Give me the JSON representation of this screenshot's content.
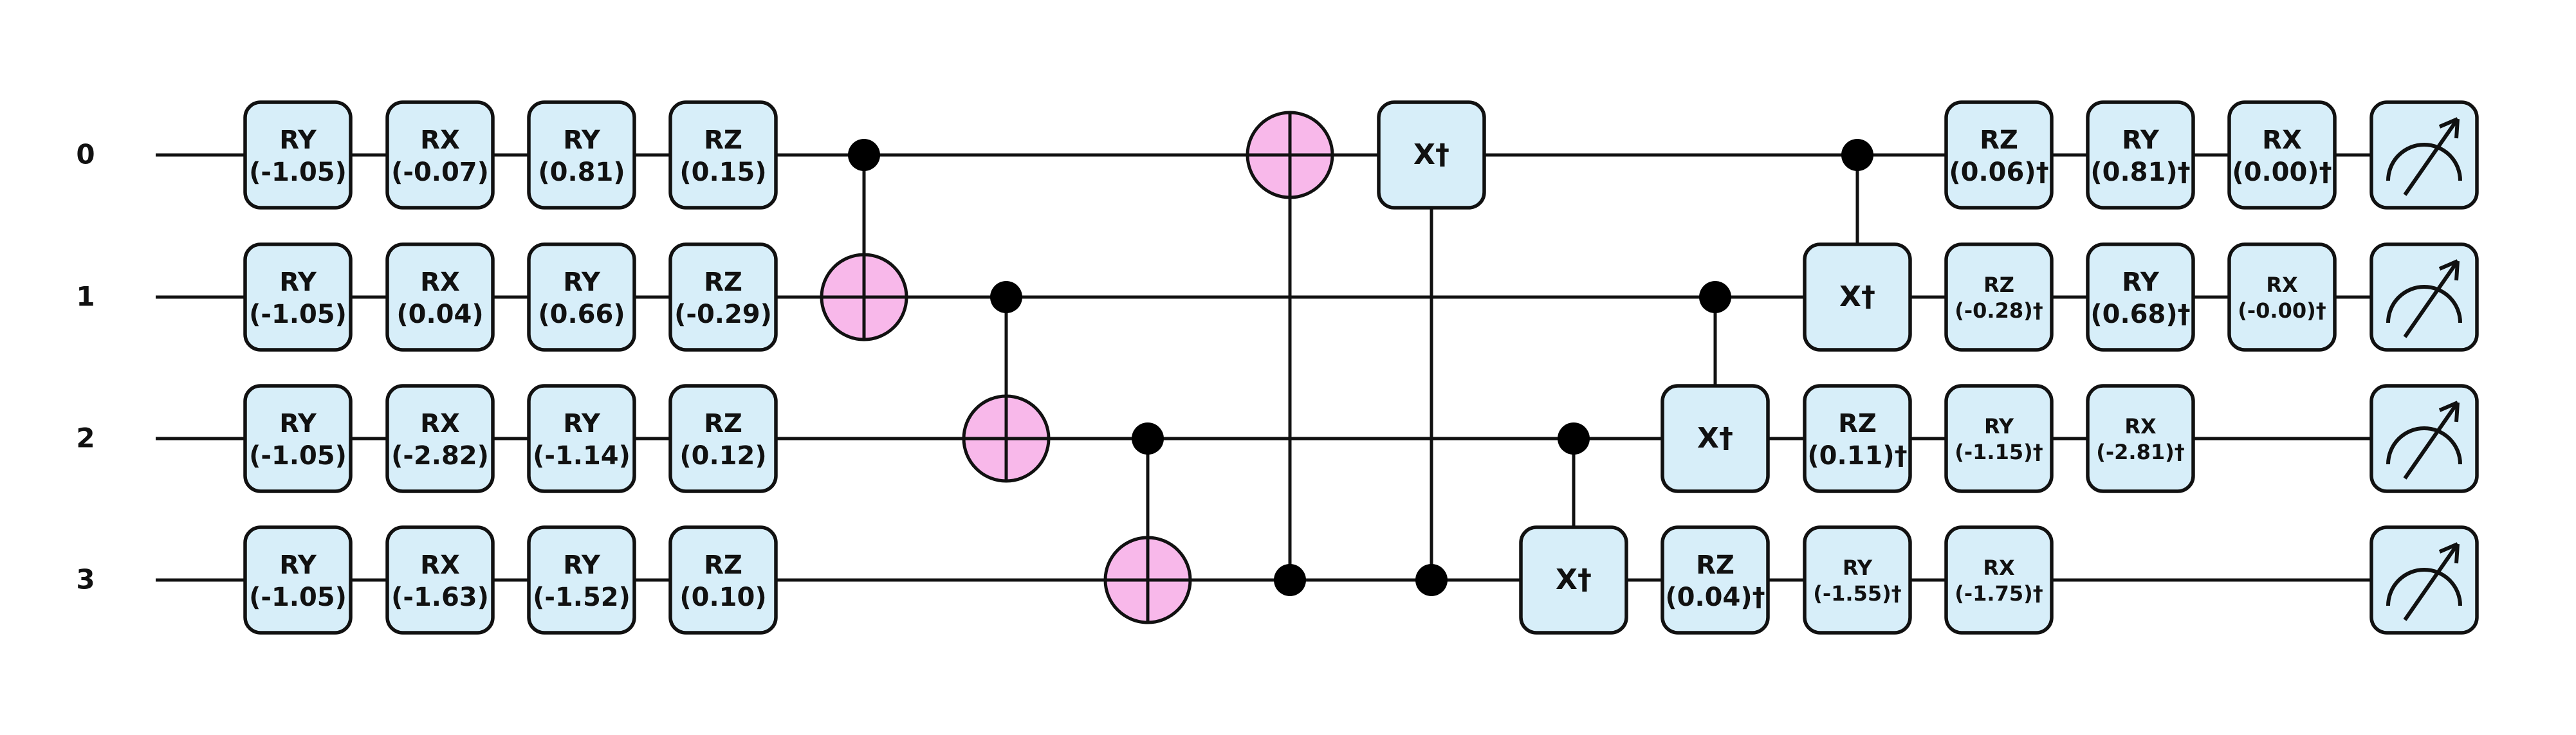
{
  "colors": {
    "gate_fill": "#d7eef9",
    "target_fill": "#f8b8ea",
    "ink": "#111111"
  },
  "wires": [
    {
      "label": "0"
    },
    {
      "label": "1"
    },
    {
      "label": "2"
    },
    {
      "label": "3"
    }
  ],
  "gates": [
    {
      "qubit": 0,
      "col": 0,
      "name": "RY",
      "param": "(-1.05)"
    },
    {
      "qubit": 0,
      "col": 1,
      "name": "RX",
      "param": "(-0.07)"
    },
    {
      "qubit": 0,
      "col": 2,
      "name": "RY",
      "param": "(0.81)"
    },
    {
      "qubit": 0,
      "col": 3,
      "name": "RZ",
      "param": "(0.15)"
    },
    {
      "qubit": 1,
      "col": 0,
      "name": "RY",
      "param": "(-1.05)"
    },
    {
      "qubit": 1,
      "col": 1,
      "name": "RX",
      "param": "(0.04)"
    },
    {
      "qubit": 1,
      "col": 2,
      "name": "RY",
      "param": "(0.66)"
    },
    {
      "qubit": 1,
      "col": 3,
      "name": "RZ",
      "param": "(-0.29)"
    },
    {
      "qubit": 2,
      "col": 0,
      "name": "RY",
      "param": "(-1.05)"
    },
    {
      "qubit": 2,
      "col": 1,
      "name": "RX",
      "param": "(-2.82)"
    },
    {
      "qubit": 2,
      "col": 2,
      "name": "RY",
      "param": "(-1.14)"
    },
    {
      "qubit": 2,
      "col": 3,
      "name": "RZ",
      "param": "(0.12)"
    },
    {
      "qubit": 3,
      "col": 0,
      "name": "RY",
      "param": "(-1.05)"
    },
    {
      "qubit": 3,
      "col": 1,
      "name": "RX",
      "param": "(-1.63)"
    },
    {
      "qubit": 3,
      "col": 2,
      "name": "RY",
      "param": "(-1.52)"
    },
    {
      "qubit": 3,
      "col": 3,
      "name": "RZ",
      "param": "(0.10)"
    },
    {
      "qubit": 0,
      "col": 8,
      "name": "X†",
      "param": ""
    },
    {
      "qubit": 3,
      "col": 9,
      "name": "X†",
      "param": ""
    },
    {
      "qubit": 2,
      "col": 10,
      "name": "X†",
      "param": ""
    },
    {
      "qubit": 3,
      "col": 10,
      "name": "RZ",
      "param": "(0.04)†"
    },
    {
      "qubit": 1,
      "col": 11,
      "name": "X†",
      "param": ""
    },
    {
      "qubit": 2,
      "col": 11,
      "name": "RZ",
      "param": "(0.11)†"
    },
    {
      "qubit": 3,
      "col": 11,
      "name": "RY",
      "param": "(-1.55)†",
      "small": true
    },
    {
      "qubit": 0,
      "col": 12,
      "name": "RZ",
      "param": "(0.06)†"
    },
    {
      "qubit": 0,
      "col": 13,
      "name": "RY",
      "param": "(0.81)†"
    },
    {
      "qubit": 0,
      "col": 14,
      "name": "RX",
      "param": "(0.00)†"
    },
    {
      "qubit": 1,
      "col": 12,
      "name": "RZ",
      "param": "(-0.28)†",
      "small": true
    },
    {
      "qubit": 1,
      "col": 13,
      "name": "RY",
      "param": "(0.68)†"
    },
    {
      "qubit": 1,
      "col": 14,
      "name": "RX",
      "param": "(-0.00)†",
      "small": true
    },
    {
      "qubit": 2,
      "col": 12,
      "name": "RY",
      "param": "(-1.15)†",
      "small": true
    },
    {
      "qubit": 2,
      "col": 13,
      "name": "RX",
      "param": "(-2.81)†",
      "small": true
    },
    {
      "qubit": 3,
      "col": 12,
      "name": "RX",
      "param": "(-1.75)†",
      "small": true
    }
  ],
  "cnots": [
    {
      "col": 4,
      "control": 0,
      "target": 1
    },
    {
      "col": 5,
      "control": 1,
      "target": 2
    },
    {
      "col": 6,
      "control": 2,
      "target": 3
    },
    {
      "col": 7,
      "control": 3,
      "target": 0
    }
  ],
  "controlled_gates": [
    {
      "col": 8,
      "control": 3,
      "target": 0
    },
    {
      "col": 9,
      "control": 2,
      "target": 3
    },
    {
      "col": 10,
      "control": 1,
      "target": 2
    },
    {
      "col": 11,
      "control": 0,
      "target": 1
    }
  ],
  "measurements": [
    {
      "qubit": 0
    },
    {
      "qubit": 1
    },
    {
      "qubit": 2
    },
    {
      "qubit": 3
    }
  ]
}
